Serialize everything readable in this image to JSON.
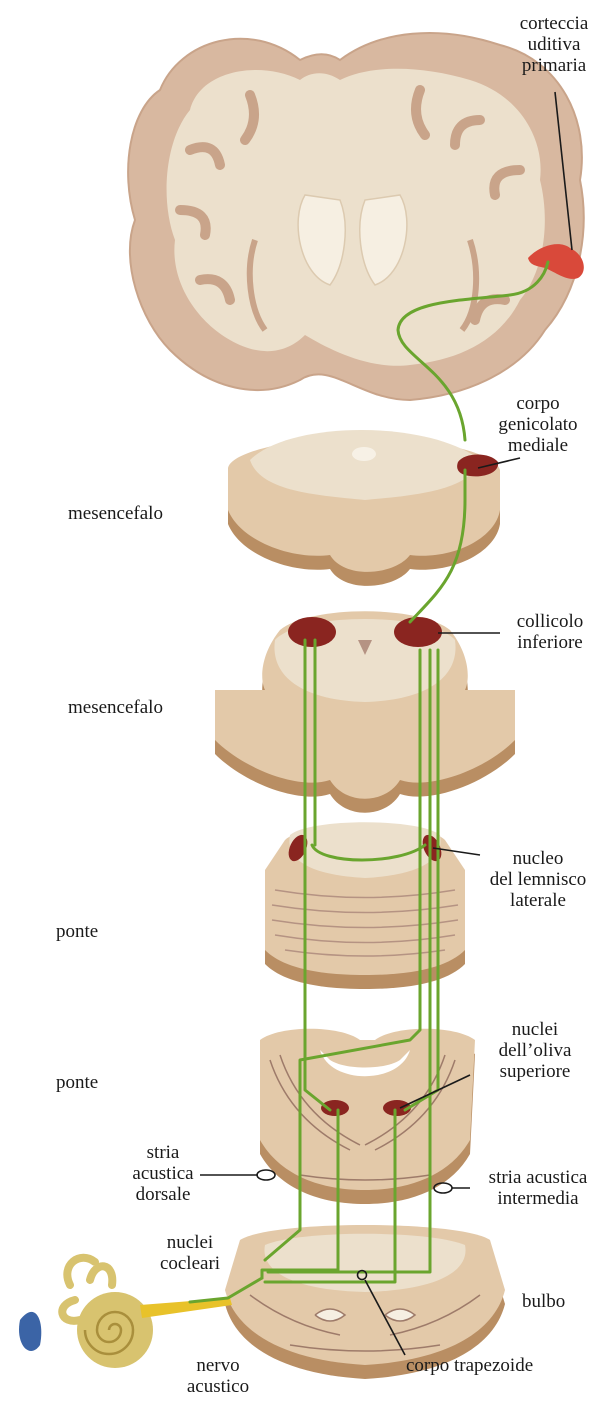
{
  "labels": {
    "cortex": [
      "corteccia",
      "uditiva",
      "primaria"
    ],
    "mgn": [
      "corpo",
      "genicolato",
      "mediale"
    ],
    "ic": [
      "collicolo",
      "inferiore"
    ],
    "nll": [
      "nucleo",
      "del lemnisco",
      "laterale"
    ],
    "soc": [
      "nuclei",
      "dell’oliva",
      "superiore"
    ],
    "stria_dorsal": [
      "stria",
      "acustica",
      "dorsale"
    ],
    "stria_intermediate": [
      "stria acustica",
      "intermedia"
    ],
    "cochlear_nuclei": [
      "nuclei",
      "cocleari"
    ],
    "nerve": [
      "nervo",
      "acustico"
    ],
    "trapezoid": "corpo trapezoide",
    "medulla": "bulbo",
    "pons_upper": "ponte",
    "pons_lower": "ponte",
    "midbrain_upper": "mesencefalo",
    "midbrain_lower": "mesencefalo"
  },
  "colors": {
    "pathway": "#6aa52e",
    "tissue": "#ece0cc",
    "tissue_edge": "#d9b99b",
    "tissue_shadow": "#b98e63",
    "nucleus": "#8a2520",
    "cortex_target": "#d9493a",
    "nerve": "#e8c22a",
    "cochlea": "#d8c36f"
  }
}
